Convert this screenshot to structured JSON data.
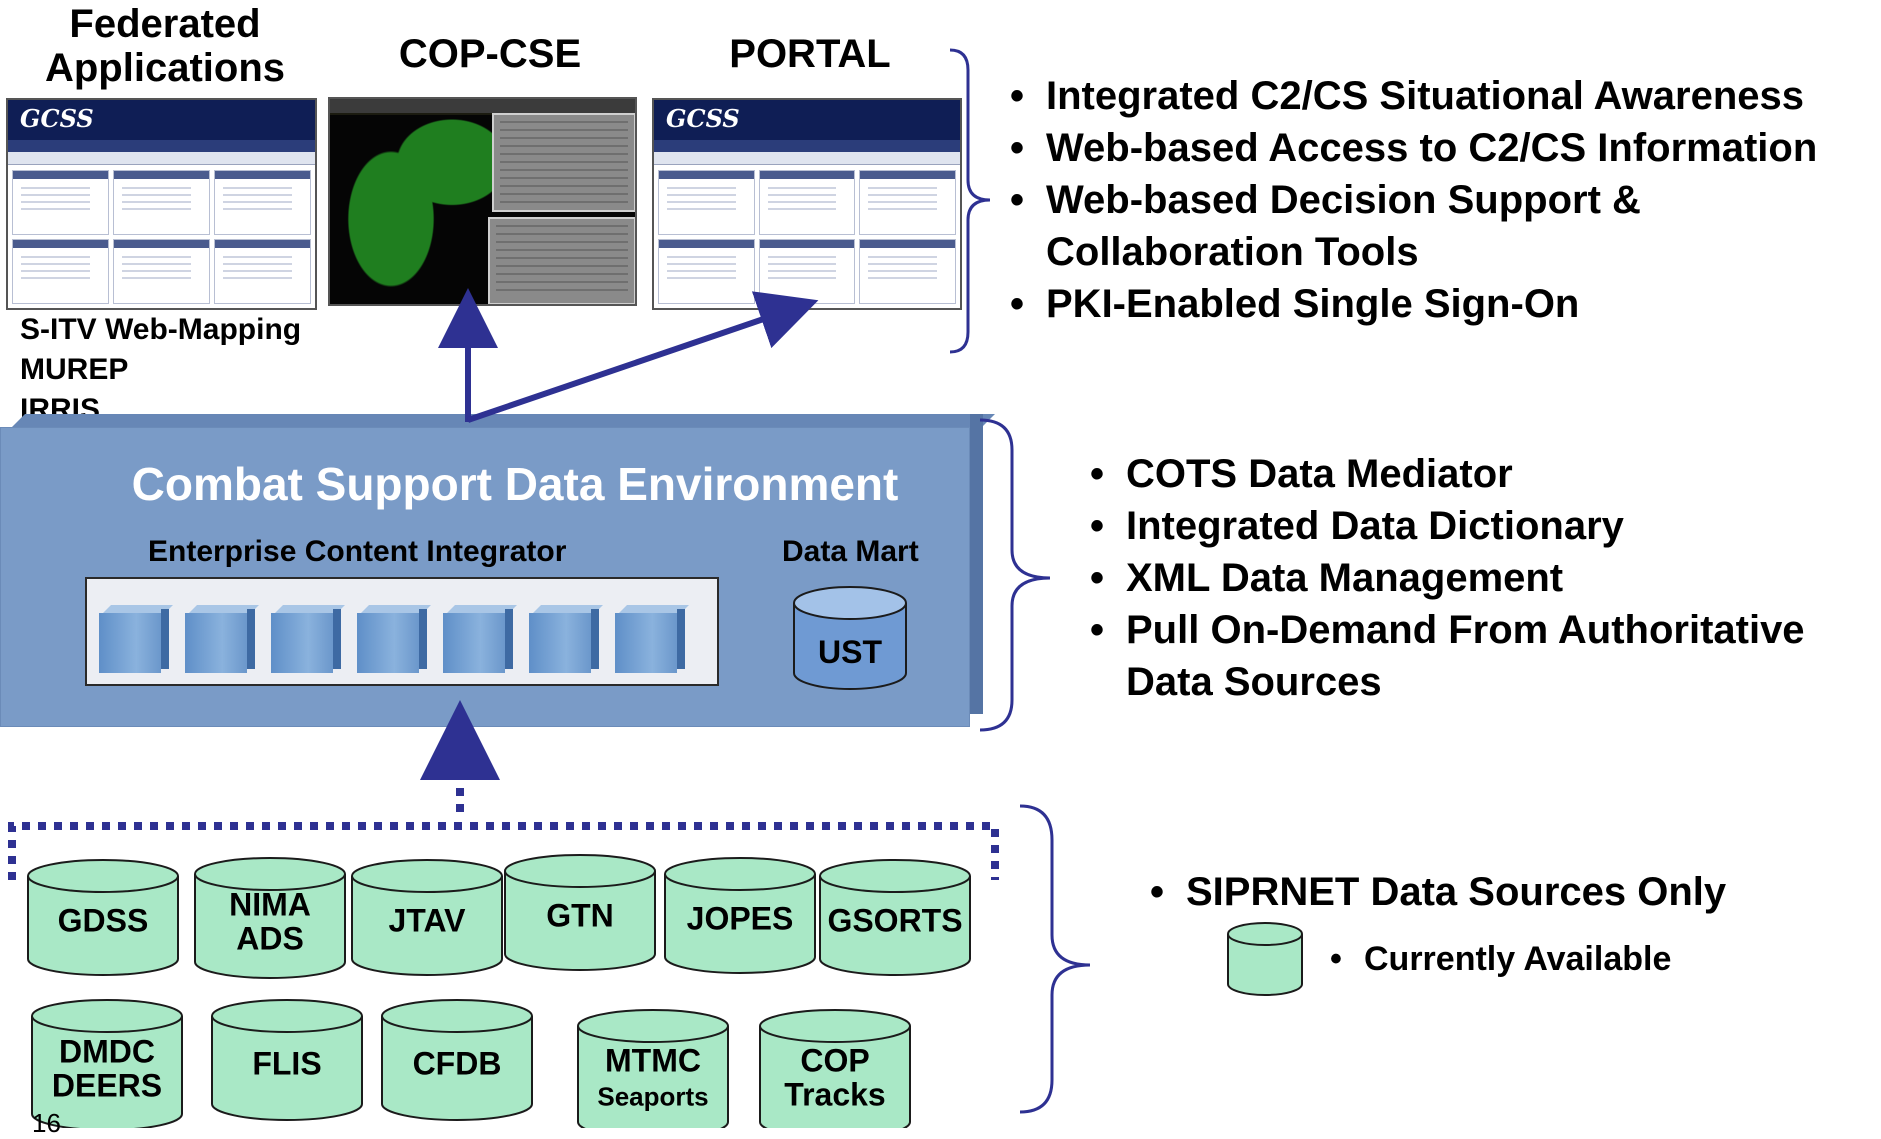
{
  "top": {
    "headers": {
      "federated": "Federated Applications",
      "cop": "COP-CSE",
      "portal": "PORTAL"
    },
    "federated_apps": [
      "S-ITV Web-Mapping",
      "MUREP",
      "IRRIS"
    ],
    "gcss_logo": "GCSS",
    "bullets": [
      "Integrated C2/CS Situational Awareness",
      "Web-based Access to C2/CS Information",
      "Web-based Decision Support &",
      "Collaboration Tools",
      "PKI-Enabled Single Sign-On"
    ]
  },
  "middle": {
    "title": "Combat Support Data Environment",
    "eci_label": "Enterprise Content Integrator",
    "data_mart_label": "Data Mart",
    "data_mart_db": "UST",
    "bullets": [
      "COTS Data Mediator",
      "Integrated Data Dictionary",
      "XML Data Management",
      "Pull On-Demand From Authoritative",
      "Data Sources"
    ]
  },
  "bottom": {
    "sources_row1": [
      {
        "line1": "GDSS",
        "line2": ""
      },
      {
        "line1": "NIMA",
        "line2": "ADS"
      },
      {
        "line1": "JTAV",
        "line2": ""
      },
      {
        "line1": "GTN",
        "line2": ""
      },
      {
        "line1": "JOPES",
        "line2": ""
      },
      {
        "line1": "GSORTS",
        "line2": ""
      }
    ],
    "sources_row2": [
      {
        "line1": "DMDC",
        "line2": "DEERS"
      },
      {
        "line1": "FLIS",
        "line2": ""
      },
      {
        "line1": "CFDB",
        "line2": ""
      },
      {
        "line1": "MTMC",
        "line2": "Seaports"
      },
      {
        "line1": "COP",
        "line2": "Tracks"
      }
    ],
    "legend_bullet": "SIPRNET Data Sources Only",
    "legend_item": "Currently Available"
  },
  "page_number": "16",
  "colors": {
    "cylinder_fill": "#a9e8c6",
    "cylinder_stroke": "#1b1b1b",
    "db_blue": "#6f9ad3",
    "arrow": "#2e3192",
    "brace": "#2e3192"
  }
}
